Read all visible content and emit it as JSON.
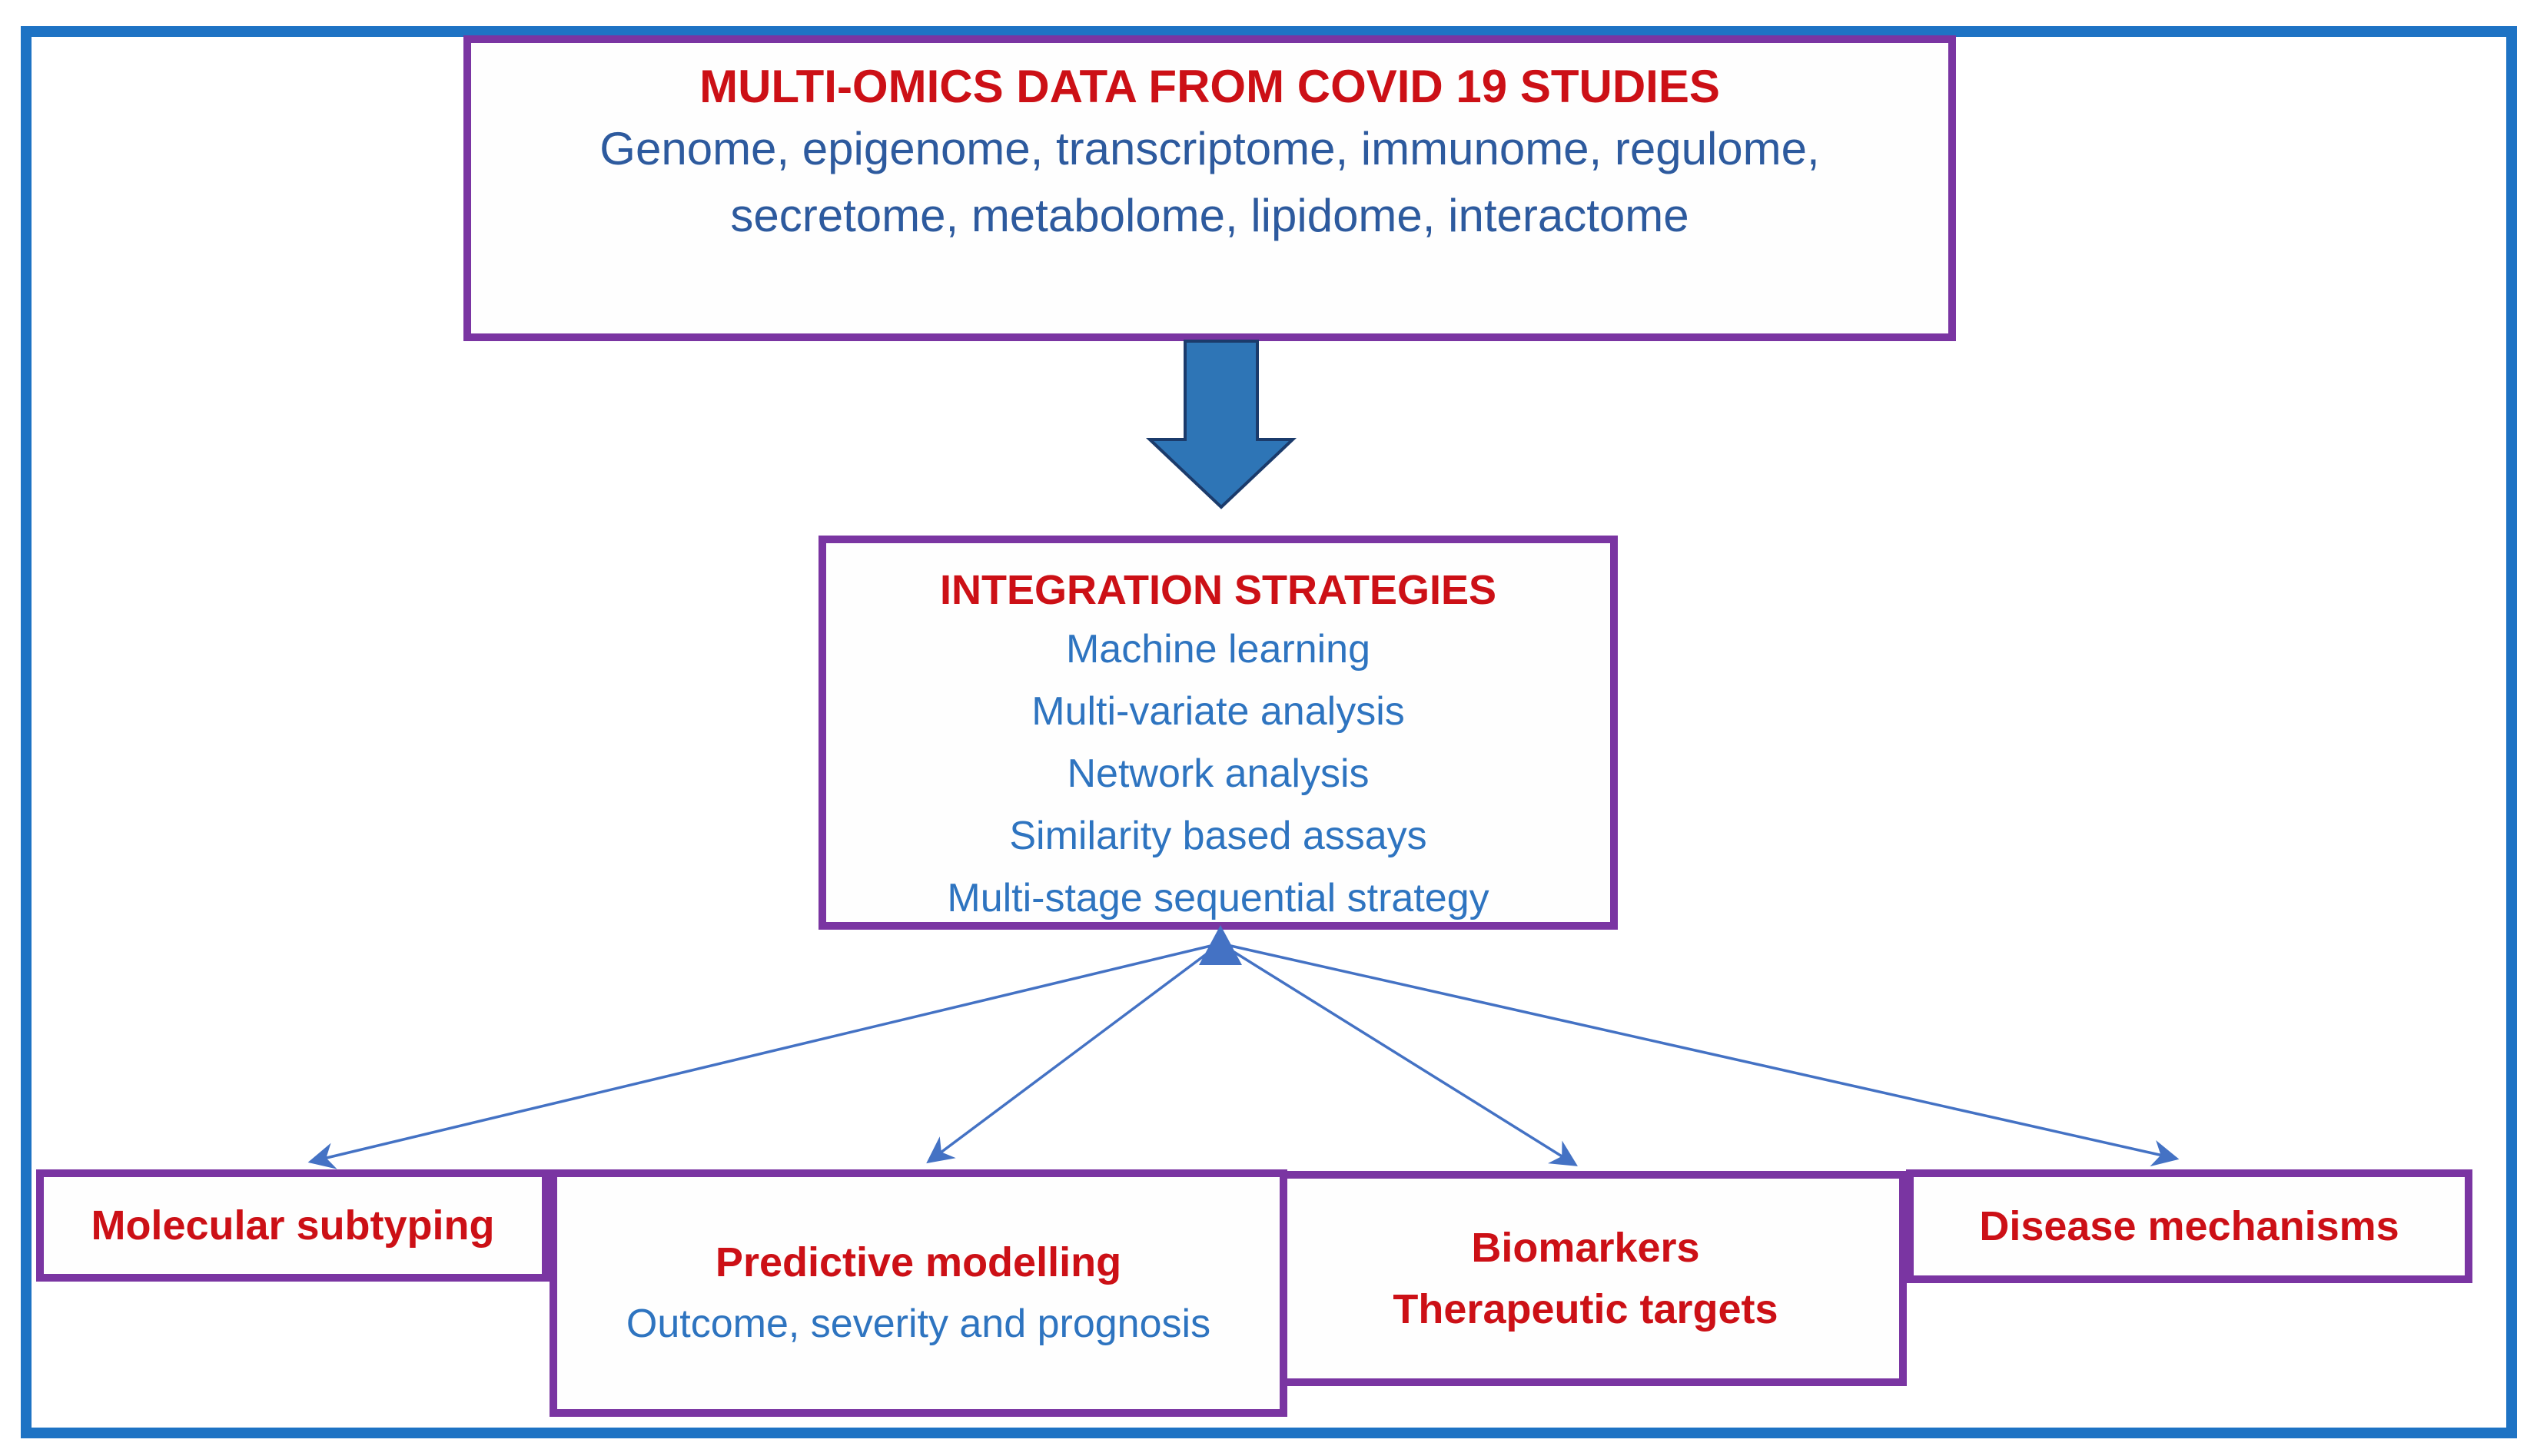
{
  "top_box": {
    "title": "MULTI-OMICS DATA FROM COVID 19 STUDIES",
    "lines": [
      "Genome, epigenome, transcriptome, immunome, regulome,",
      "secretome, metabolome, lipidome, interactome"
    ]
  },
  "integration": {
    "title": "INTEGRATION STRATEGIES",
    "items": [
      "Machine learning",
      "Multi-variate analysis",
      "Network analysis",
      "Similarity based assays",
      "Multi-stage sequential strategy"
    ]
  },
  "bottom": {
    "molecular": {
      "title": "Molecular subtyping"
    },
    "predictive": {
      "title": "Predictive modelling",
      "subtitle": "Outcome, severity and prognosis"
    },
    "biomarkers": {
      "line1": "Biomarkers",
      "line2": "Therapeutic targets"
    },
    "disease": {
      "title": "Disease mechanisms"
    }
  },
  "colors": {
    "red": "#cc1016",
    "blue-dark": "#2d5a9e",
    "blue-med": "#2e74c0",
    "purple": "#7a35a2",
    "frame-blue": "#1e73c4",
    "line-blue": "#4472c4",
    "arrow-fill": "#2e75b6",
    "arrow-stroke": "#1b3b6b"
  }
}
